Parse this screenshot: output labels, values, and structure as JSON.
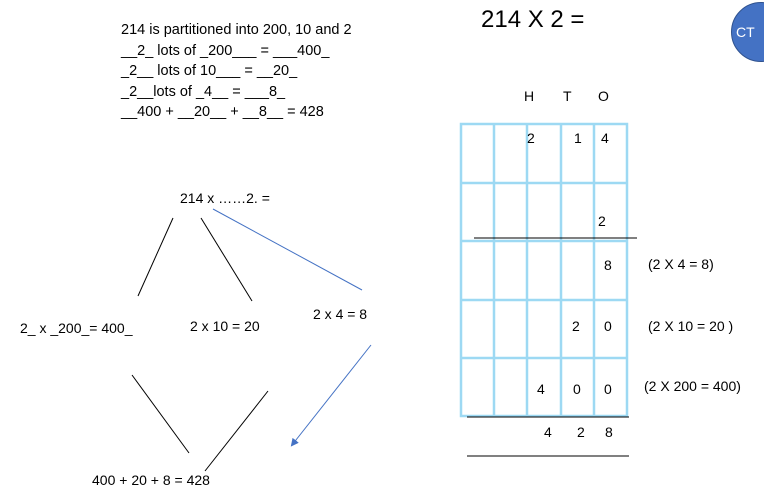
{
  "title": "214  X 2 =",
  "badge": "CT",
  "notes": [
    "214 is partitioned into 200, 10 and 2",
    "__2_ lots of _200___ = ___400_",
    "_2__ lots of  10___ = __20_",
    "_2__lots of _4__  = ___8_",
    "__400 + __20__ + __8__ = 428"
  ],
  "tree": {
    "top": "214 x ……2. =",
    "left": "2_ x _200_= 400_",
    "middle": "2 x 10 =  20",
    "right": "2 x 4 = 8",
    "result": "400 + 20 + 8 = 428"
  },
  "grid": {
    "headers": [
      "H",
      "T",
      "O"
    ],
    "rows": [
      [
        "",
        "",
        "2",
        "1",
        "4"
      ],
      [
        "",
        "",
        "",
        "",
        "2"
      ],
      [
        "",
        "",
        "",
        "",
        "8"
      ],
      [
        "",
        "",
        "",
        "2",
        "0"
      ],
      [
        "",
        "",
        "4",
        "0",
        "0"
      ]
    ],
    "total": [
      "4",
      "2",
      "8"
    ],
    "explanations": [
      "(2 X 4 =  8)",
      "(2 X 10 = 20 )",
      "(2 X 200 = 400)"
    ]
  },
  "colors": {
    "grid": "#9dd9f3",
    "accent": "#4472c4"
  }
}
